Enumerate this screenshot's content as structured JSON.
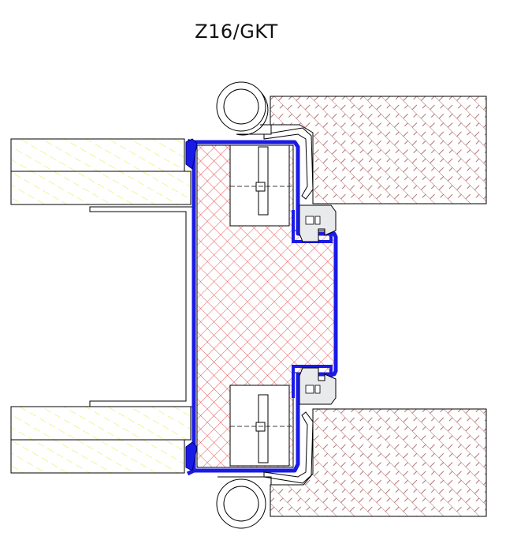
{
  "title": "Z16/GKT",
  "colors": {
    "frame_profile": "#1a1ae6",
    "frame_profile_outline": "#000080",
    "core_hatch": "#e03030",
    "wall_hatch": "#a05050",
    "plaster_hatch": "#e8e840",
    "line": "#000000",
    "background": "#ffffff"
  },
  "icons": [
    "hinge-circle",
    "door-seal",
    "cross-hatch",
    "diagonal-hatch"
  ]
}
